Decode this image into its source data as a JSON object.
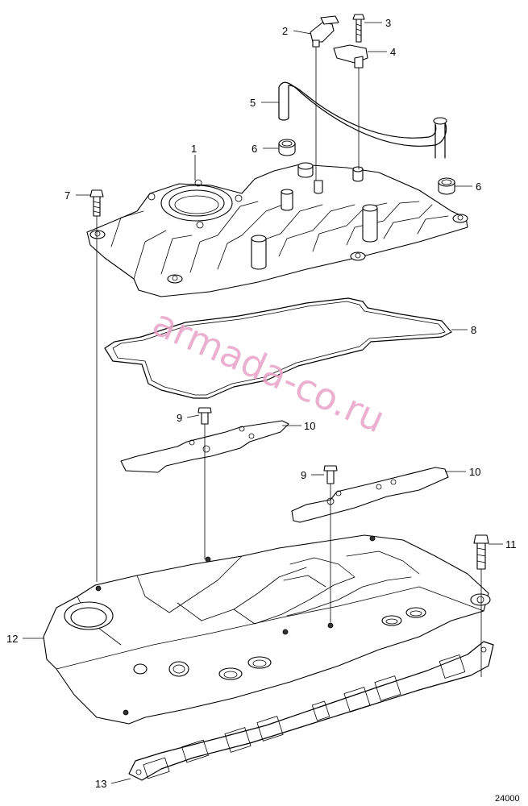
{
  "diagram": {
    "callouts": [
      {
        "id": "c1",
        "text": "1"
      },
      {
        "id": "c2",
        "text": "2"
      },
      {
        "id": "c3",
        "text": "3"
      },
      {
        "id": "c4",
        "text": "4"
      },
      {
        "id": "c5",
        "text": "5"
      },
      {
        "id": "c6a",
        "text": "6"
      },
      {
        "id": "c6b",
        "text": "6"
      },
      {
        "id": "c7",
        "text": "7"
      },
      {
        "id": "c8",
        "text": "8"
      },
      {
        "id": "c9a",
        "text": "9"
      },
      {
        "id": "c10a",
        "text": "10"
      },
      {
        "id": "c9b",
        "text": "9"
      },
      {
        "id": "c10b",
        "text": "10"
      },
      {
        "id": "c11",
        "text": "11"
      },
      {
        "id": "c12",
        "text": "12"
      },
      {
        "id": "c13",
        "text": "13"
      }
    ],
    "figure_number": "24000",
    "watermark": "armada-co.ru"
  }
}
